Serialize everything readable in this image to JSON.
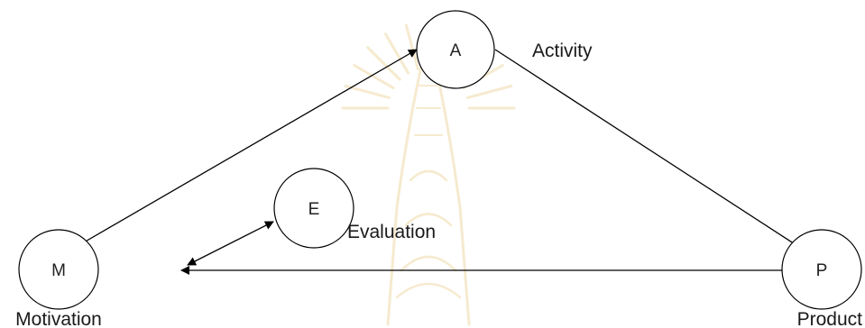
{
  "diagram": {
    "nodes": {
      "activity": {
        "letter": "A",
        "caption": "Activity"
      },
      "evaluation": {
        "letter": "E",
        "caption": "Evaluation"
      },
      "motivation": {
        "letter": "M",
        "caption": "Motivation"
      },
      "product": {
        "letter": "P",
        "caption": "Product"
      }
    },
    "edges": [
      {
        "from": "motivation",
        "to": "activity"
      },
      {
        "from": "activity",
        "to": "product"
      },
      {
        "from": "product",
        "to": "motivation"
      },
      {
        "from": "motivation",
        "to": "evaluation",
        "bidirectional": true
      }
    ],
    "colors": {
      "stroke": "#000000",
      "text": "#1a1a1a",
      "watermark": "#efd9a8"
    },
    "watermark_icon": "sunburst-emblem-watermark"
  }
}
